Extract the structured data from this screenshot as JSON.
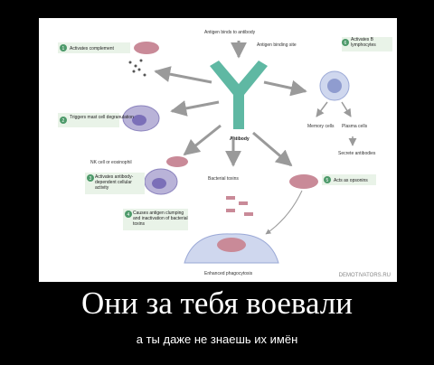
{
  "poster": {
    "title": "Они за тебя воевали",
    "subtitle": "а ты даже не знаешь их имён",
    "watermark": "DEMOTIVATORS.RU"
  },
  "diagram": {
    "antigen_binds": "Antigen binds to antibody",
    "antigen_binding_site": "Antigen binding site",
    "antibody": "Antibody",
    "activates_b": "Activates B lymphocytes",
    "memory_cells": "Memory cells",
    "plasma_cells": "Plasma cells",
    "secrete_antibodies": "Secrete antibodies",
    "acts_as_opsonins": "Acts as opsonins",
    "enhanced_phagocytosis": "Enhanced phagocytosis",
    "bacterial_toxins": "Bacterial toxins",
    "causes_clumping": "Causes antigen clumping and inactivation of bacterial toxins",
    "activates_adcc": "Activates antibody-dependent cellular activity",
    "nk_cell": "NK cell or eosinophil",
    "triggers_mast": "Triggers mast cell degranulation",
    "activates_complement": "Activates complement",
    "steps": [
      "1",
      "2",
      "3",
      "4",
      "5",
      "6"
    ]
  },
  "colors": {
    "antibody": "#5fb8a3",
    "arrow": "#9a9a9a",
    "cell": "#b9b3d8",
    "cell_edge": "#8a82bd",
    "badge": "#4d9a6a",
    "label_box": "#e9f3e8"
  }
}
